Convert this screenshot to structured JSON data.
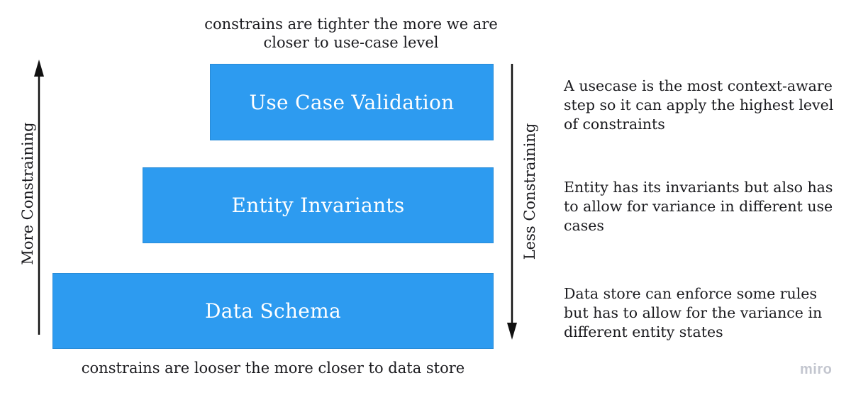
{
  "diagram": {
    "top_caption": "constrains are tighter the more we are\ncloser to use-case level",
    "bottom_caption": "constrains are looser the more closer to data store",
    "left_axis_label": "More Constraining",
    "right_axis_label": "Less Constraining",
    "levels": [
      {
        "label": "Use Case Validation",
        "note": "A usecase is the most context-aware\nstep so it can apply the highest level\nof constraints"
      },
      {
        "label": "Entity Invariants",
        "note": "Entity has its invariants but also has\nto allow for variance in different use\ncases"
      },
      {
        "label": "Data Schema",
        "note": "Data store can enforce some rules\nbut has to allow for the variance in\ndifferent entity states"
      }
    ],
    "colors": {
      "bar_fill": "#2d9bf0",
      "bar_text": "#ffffff",
      "text": "#1b1b1f",
      "arrow": "#111111",
      "watermark": "#c3c6cf"
    },
    "watermark": "miro"
  }
}
